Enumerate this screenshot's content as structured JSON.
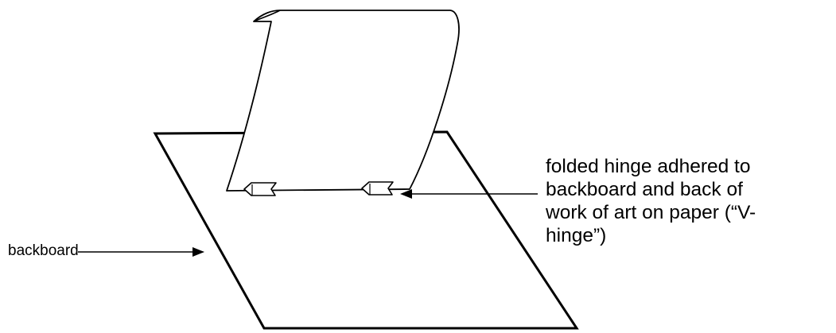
{
  "labels": {
    "hinge": {
      "lines": [
        "folded hinge adhered to",
        "backboard and back of",
        "work of art on paper (“V-",
        "hinge”)"
      ]
    },
    "backboard": "backboard"
  },
  "colors": {
    "stroke": "#000000",
    "background": "#ffffff"
  }
}
